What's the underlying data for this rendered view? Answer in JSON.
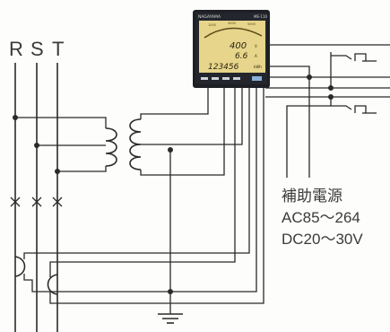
{
  "phases": [
    "R",
    "S",
    "T"
  ],
  "meter": {
    "brand": "NAGAYAMA",
    "model": "ME-110",
    "readings": [
      "400",
      "6.6",
      "123456"
    ],
    "units": [
      "V",
      "A",
      "kWh"
    ],
    "scale_ticks": [
      "1000",
      "4000",
      "5000"
    ]
  },
  "aux_power": {
    "title": "補助電源",
    "ac": "AC85～264",
    "dc": "DC20～30V"
  },
  "colors": {
    "lcd": "#e6d58a",
    "bezel": "#1d1f24",
    "wire": "#2a2a2a"
  }
}
